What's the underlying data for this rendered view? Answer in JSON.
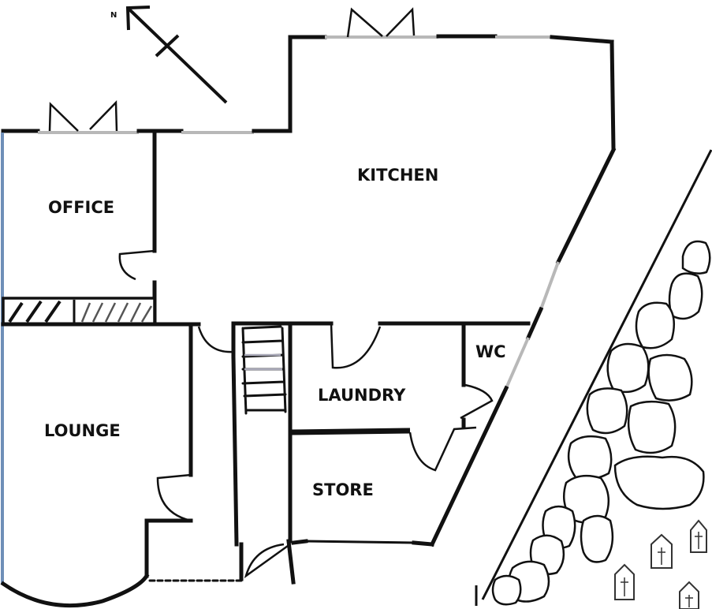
{
  "rooms": {
    "office": "OFFICE",
    "kitchen": "KITCHEN",
    "wc": "WC",
    "laundry": "LAUNDRY",
    "lounge": "LOUNGE",
    "store": "STORE"
  },
  "compass": {
    "north_label": "N"
  },
  "colors": {
    "wall": "#111111",
    "window": "#b8b8b8",
    "lounge_edge": "#6f8fb8"
  }
}
